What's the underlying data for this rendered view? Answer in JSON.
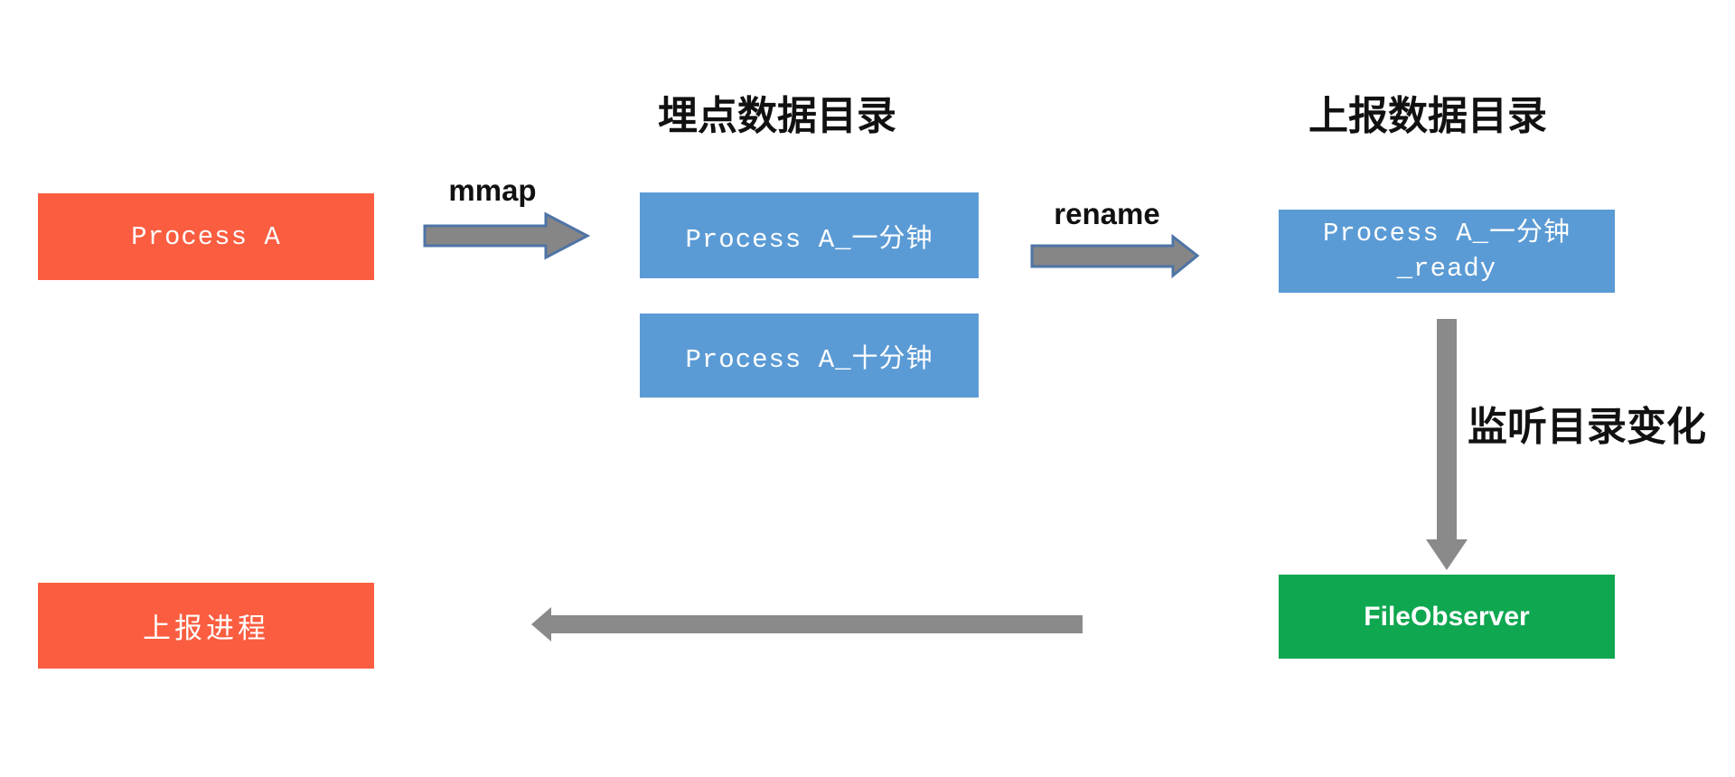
{
  "diagram": {
    "titles": {
      "tracking_dir": "埋点数据目录",
      "report_dir": "上报数据目录"
    },
    "nodes": {
      "process_a": {
        "label": "Process A",
        "color": "#FB5D40"
      },
      "one_minute": {
        "label": "Process A_一分钟",
        "color": "#5B9BD5"
      },
      "ten_minute": {
        "label": "Process A_十分钟",
        "color": "#5B9BD5"
      },
      "one_minute_ready": {
        "label_line1": "Process A_一分钟",
        "label_line2": "_ready",
        "color": "#5B9BD5"
      },
      "file_observer": {
        "label": "FileObserver",
        "color": "#0FA750"
      },
      "report_process": {
        "label": "上报进程",
        "color": "#FB5D40"
      }
    },
    "arrows": {
      "mmap": {
        "label": "mmap"
      },
      "rename": {
        "label": "rename"
      },
      "watch": {
        "label": "监听目录变化"
      }
    },
    "colors": {
      "node_red": "#FB5D40",
      "node_blue": "#5B9BD5",
      "node_green": "#0FA750",
      "arrow_gray": "#868686",
      "arrow_border_blue": "#4E74A6",
      "text_dark": "#111111",
      "text_light": "#FFFFFF"
    }
  }
}
